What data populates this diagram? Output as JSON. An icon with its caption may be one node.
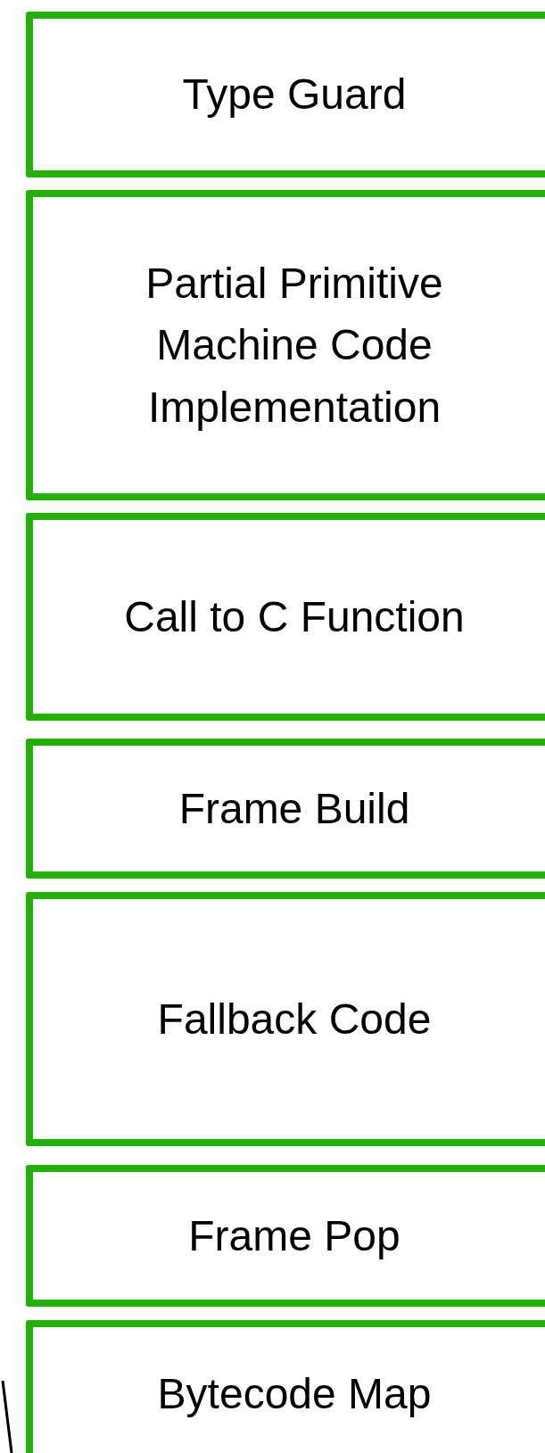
{
  "diagram": {
    "nodes": [
      {
        "text": [
          "Type Guard"
        ]
      },
      {
        "text": [
          "Partial Primitive Machine Code Implementation"
        ]
      },
      {
        "text": [
          "Call to C Function"
        ]
      },
      {
        "text": [
          "Frame Build"
        ]
      },
      {
        "text": [
          "Fallback Code"
        ]
      },
      {
        "text": [
          "Frame Pop"
        ]
      },
      {
        "text": [
          "Bytecode Map"
        ]
      }
    ]
  }
}
